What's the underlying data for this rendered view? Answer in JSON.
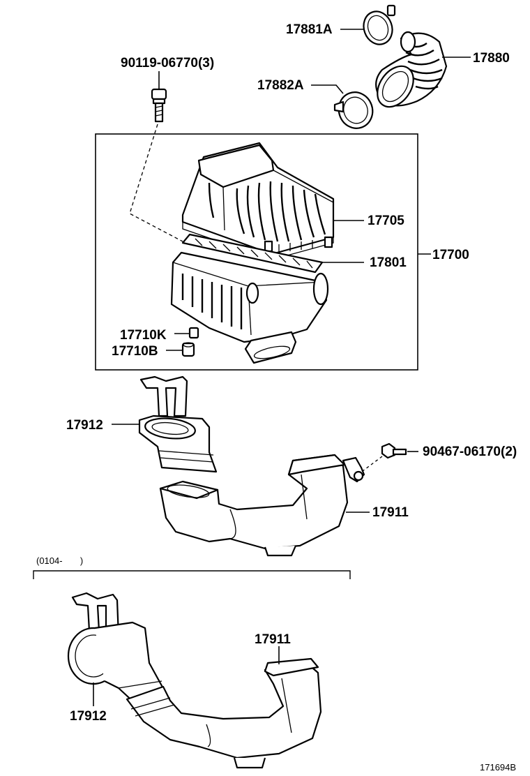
{
  "labels": {
    "clamp_upper": "17881A",
    "hose": "17880",
    "bolt": "90119-06770(3)",
    "clamp_lower": "17882A",
    "cap": "17705",
    "element": "17801",
    "cleaner_assy": "17700",
    "part_k": "17710K",
    "part_b": "17710B",
    "resonator_1": "17912",
    "screw": "90467-06170(2)",
    "inlet_1": "17911",
    "date_range": "(0104-       )",
    "inlet_2": "17911",
    "resonator_2": "17912",
    "figure_id": "171694B"
  }
}
